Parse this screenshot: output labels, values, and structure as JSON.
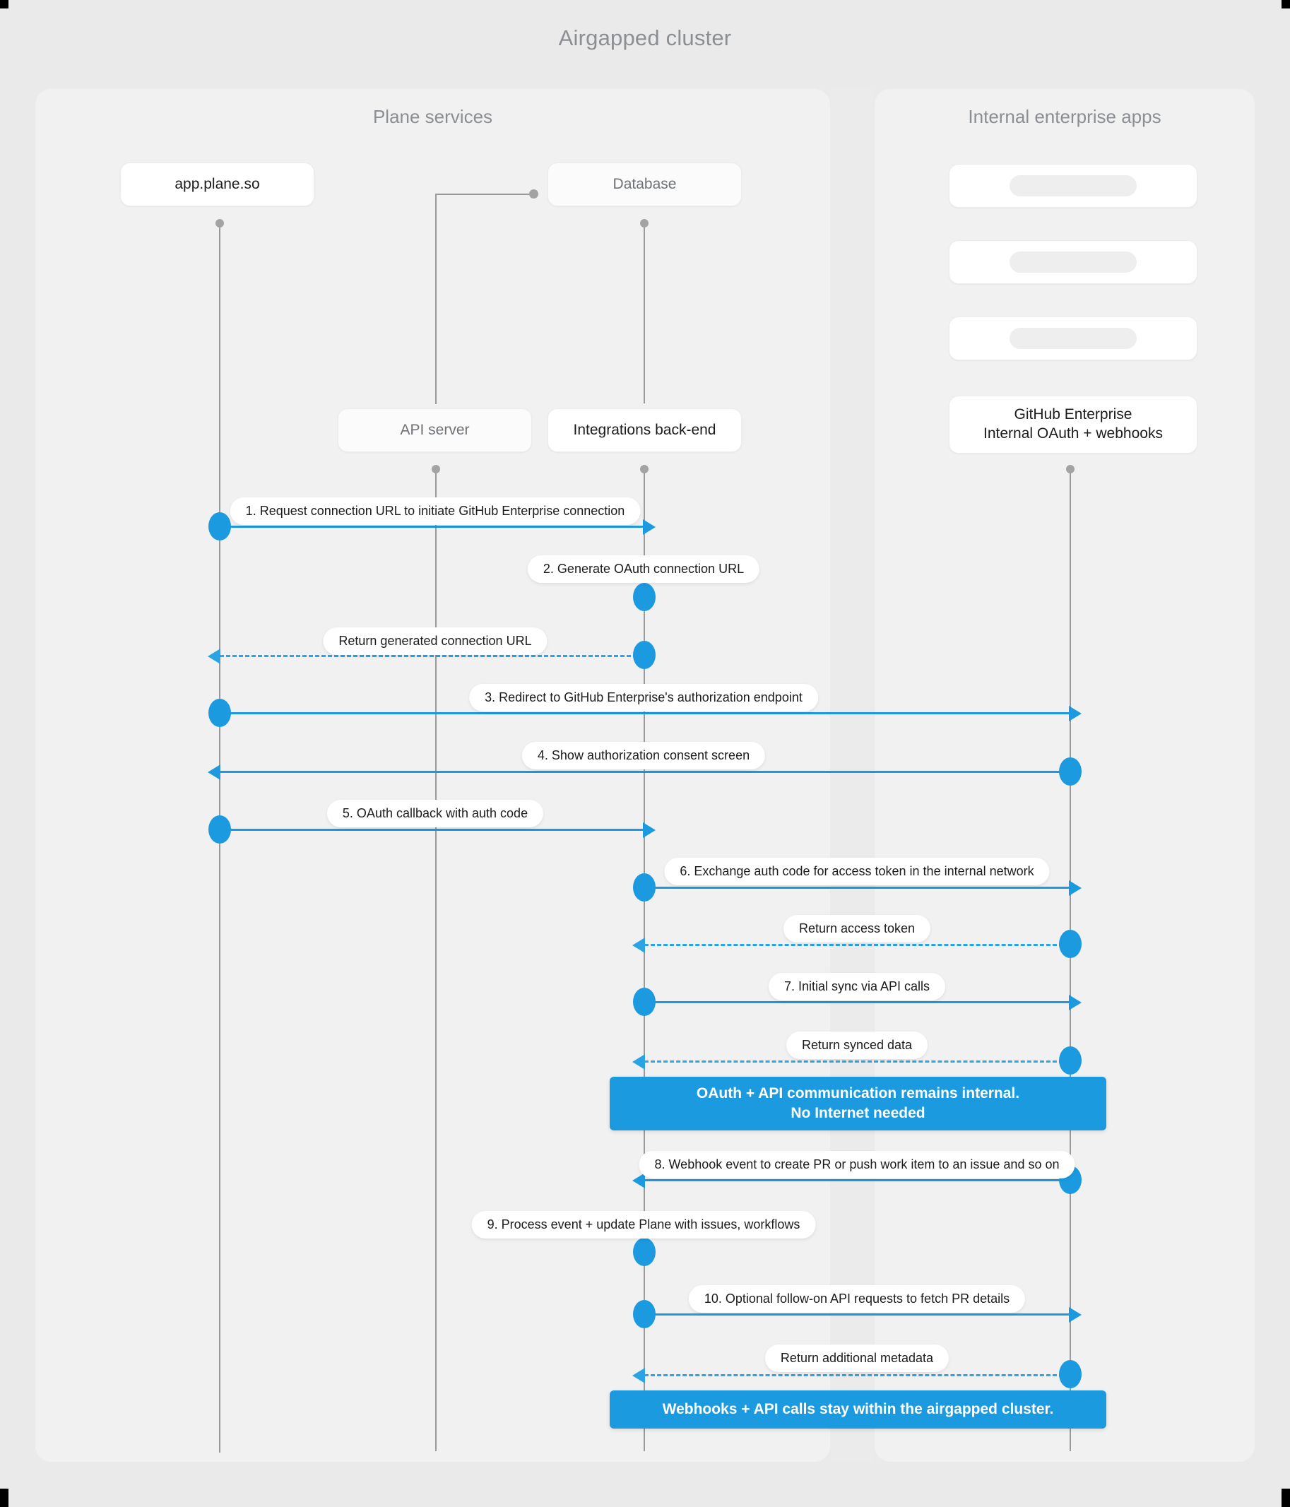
{
  "diagram": {
    "title": "Airgapped cluster",
    "type": "sequence",
    "accent_color": "#1b9ae0",
    "background_color": "#eaeaea",
    "panel_color": "#f1f1f1"
  },
  "panels": [
    {
      "id": "plane",
      "title": "Plane services"
    },
    {
      "id": "apps",
      "title": "Internal enterprise apps"
    }
  ],
  "participants": [
    {
      "id": "app",
      "label": "app.plane.so",
      "panel": "plane",
      "style": "solid"
    },
    {
      "id": "db",
      "label": "Database",
      "panel": "plane",
      "style": "muted"
    },
    {
      "id": "api",
      "label": "API server",
      "panel": "plane",
      "style": "muted"
    },
    {
      "id": "int",
      "label": "Integrations back-end",
      "panel": "plane",
      "style": "solid"
    },
    {
      "id": "blank1",
      "label": "",
      "panel": "apps",
      "style": "skeleton"
    },
    {
      "id": "blank2",
      "label": "",
      "panel": "apps",
      "style": "skeleton"
    },
    {
      "id": "blank3",
      "label": "",
      "panel": "apps",
      "style": "skeleton"
    },
    {
      "id": "ghe",
      "label": "GitHub Enterprise\nInternal OAuth + webhooks",
      "panel": "apps",
      "style": "solid"
    }
  ],
  "participant_labels": {
    "app": "app.plane.so",
    "db": "Database",
    "api": "API server",
    "int": "Integrations back-end",
    "ghe_line1": "GitHub Enterprise",
    "ghe_line2": "Internal OAuth + webhooks"
  },
  "messages": [
    {
      "n": "1",
      "label": "1. Request connection URL to initiate GitHub Enterprise connection",
      "from": "app",
      "to": "int",
      "style": "solid",
      "direction": "right"
    },
    {
      "n": "2",
      "label": "2. Generate OAuth connection URL",
      "from": "int",
      "to": "int",
      "style": "self",
      "direction": "self"
    },
    {
      "n": "",
      "label": "Return generated connection URL",
      "from": "int",
      "to": "app",
      "style": "dashed",
      "direction": "left"
    },
    {
      "n": "3",
      "label": "3. Redirect to GitHub Enterprise's authorization endpoint",
      "from": "app",
      "to": "ghe",
      "style": "solid",
      "direction": "right"
    },
    {
      "n": "4",
      "label": "4. Show authorization consent screen",
      "from": "ghe",
      "to": "app",
      "style": "solid",
      "direction": "left"
    },
    {
      "n": "5",
      "label": "5. OAuth callback with auth code",
      "from": "app",
      "to": "int",
      "style": "solid",
      "direction": "right"
    },
    {
      "n": "6",
      "label": "6. Exchange auth code for access token in the internal network",
      "from": "int",
      "to": "ghe",
      "style": "solid",
      "direction": "right"
    },
    {
      "n": "",
      "label": "Return access token",
      "from": "ghe",
      "to": "int",
      "style": "dashed",
      "direction": "left"
    },
    {
      "n": "7",
      "label": "7. Initial sync via API calls",
      "from": "int",
      "to": "ghe",
      "style": "solid",
      "direction": "right"
    },
    {
      "n": "",
      "label": "Return synced data",
      "from": "ghe",
      "to": "int",
      "style": "dashed",
      "direction": "left"
    },
    {
      "n": "8",
      "label": "8. Webhook event to create PR  or push work item to an issue  and so on",
      "from": "ghe",
      "to": "int",
      "style": "solid",
      "direction": "left"
    },
    {
      "n": "9",
      "label": "9. Process event + update Plane with issues, workflows",
      "from": "int",
      "to": "int",
      "style": "self",
      "direction": "self"
    },
    {
      "n": "10",
      "label": "10. Optional follow-on API requests to fetch PR details",
      "from": "int",
      "to": "ghe",
      "style": "solid",
      "direction": "right"
    },
    {
      "n": "",
      "label": "Return additional metadata",
      "from": "ghe",
      "to": "int",
      "style": "dashed",
      "direction": "left"
    }
  ],
  "message_labels": {
    "m1": "1. Request connection URL to initiate GitHub Enterprise connection",
    "m2": "2. Generate OAuth connection URL",
    "m3": "Return generated connection URL",
    "m4": "3. Redirect to GitHub Enterprise's authorization endpoint",
    "m5": "4. Show authorization consent screen",
    "m6": "5. OAuth callback with auth code",
    "m7": "6. Exchange auth code for access token in the internal network",
    "m8": "Return access token",
    "m9": "7. Initial sync via API calls",
    "m10": "Return synced data",
    "m11": "8. Webhook event to create PR  or push work item to an issue  and so on",
    "m12": "9. Process event + update Plane with issues, workflows",
    "m13": "10. Optional follow-on API requests to fetch PR details",
    "m14": "Return additional metadata"
  },
  "notes": [
    {
      "id": "note1",
      "line1": "OAuth + API communication remains internal.",
      "line2": "No Internet needed"
    },
    {
      "id": "note2",
      "line1": "Webhooks + API calls stay within the airgapped cluster.",
      "line2": ""
    }
  ],
  "note_text": {
    "note1_line1": "OAuth + API communication remains internal.",
    "note1_line2": "No Internet needed",
    "note2_line1": "Webhooks + API calls stay within the airgapped cluster."
  }
}
